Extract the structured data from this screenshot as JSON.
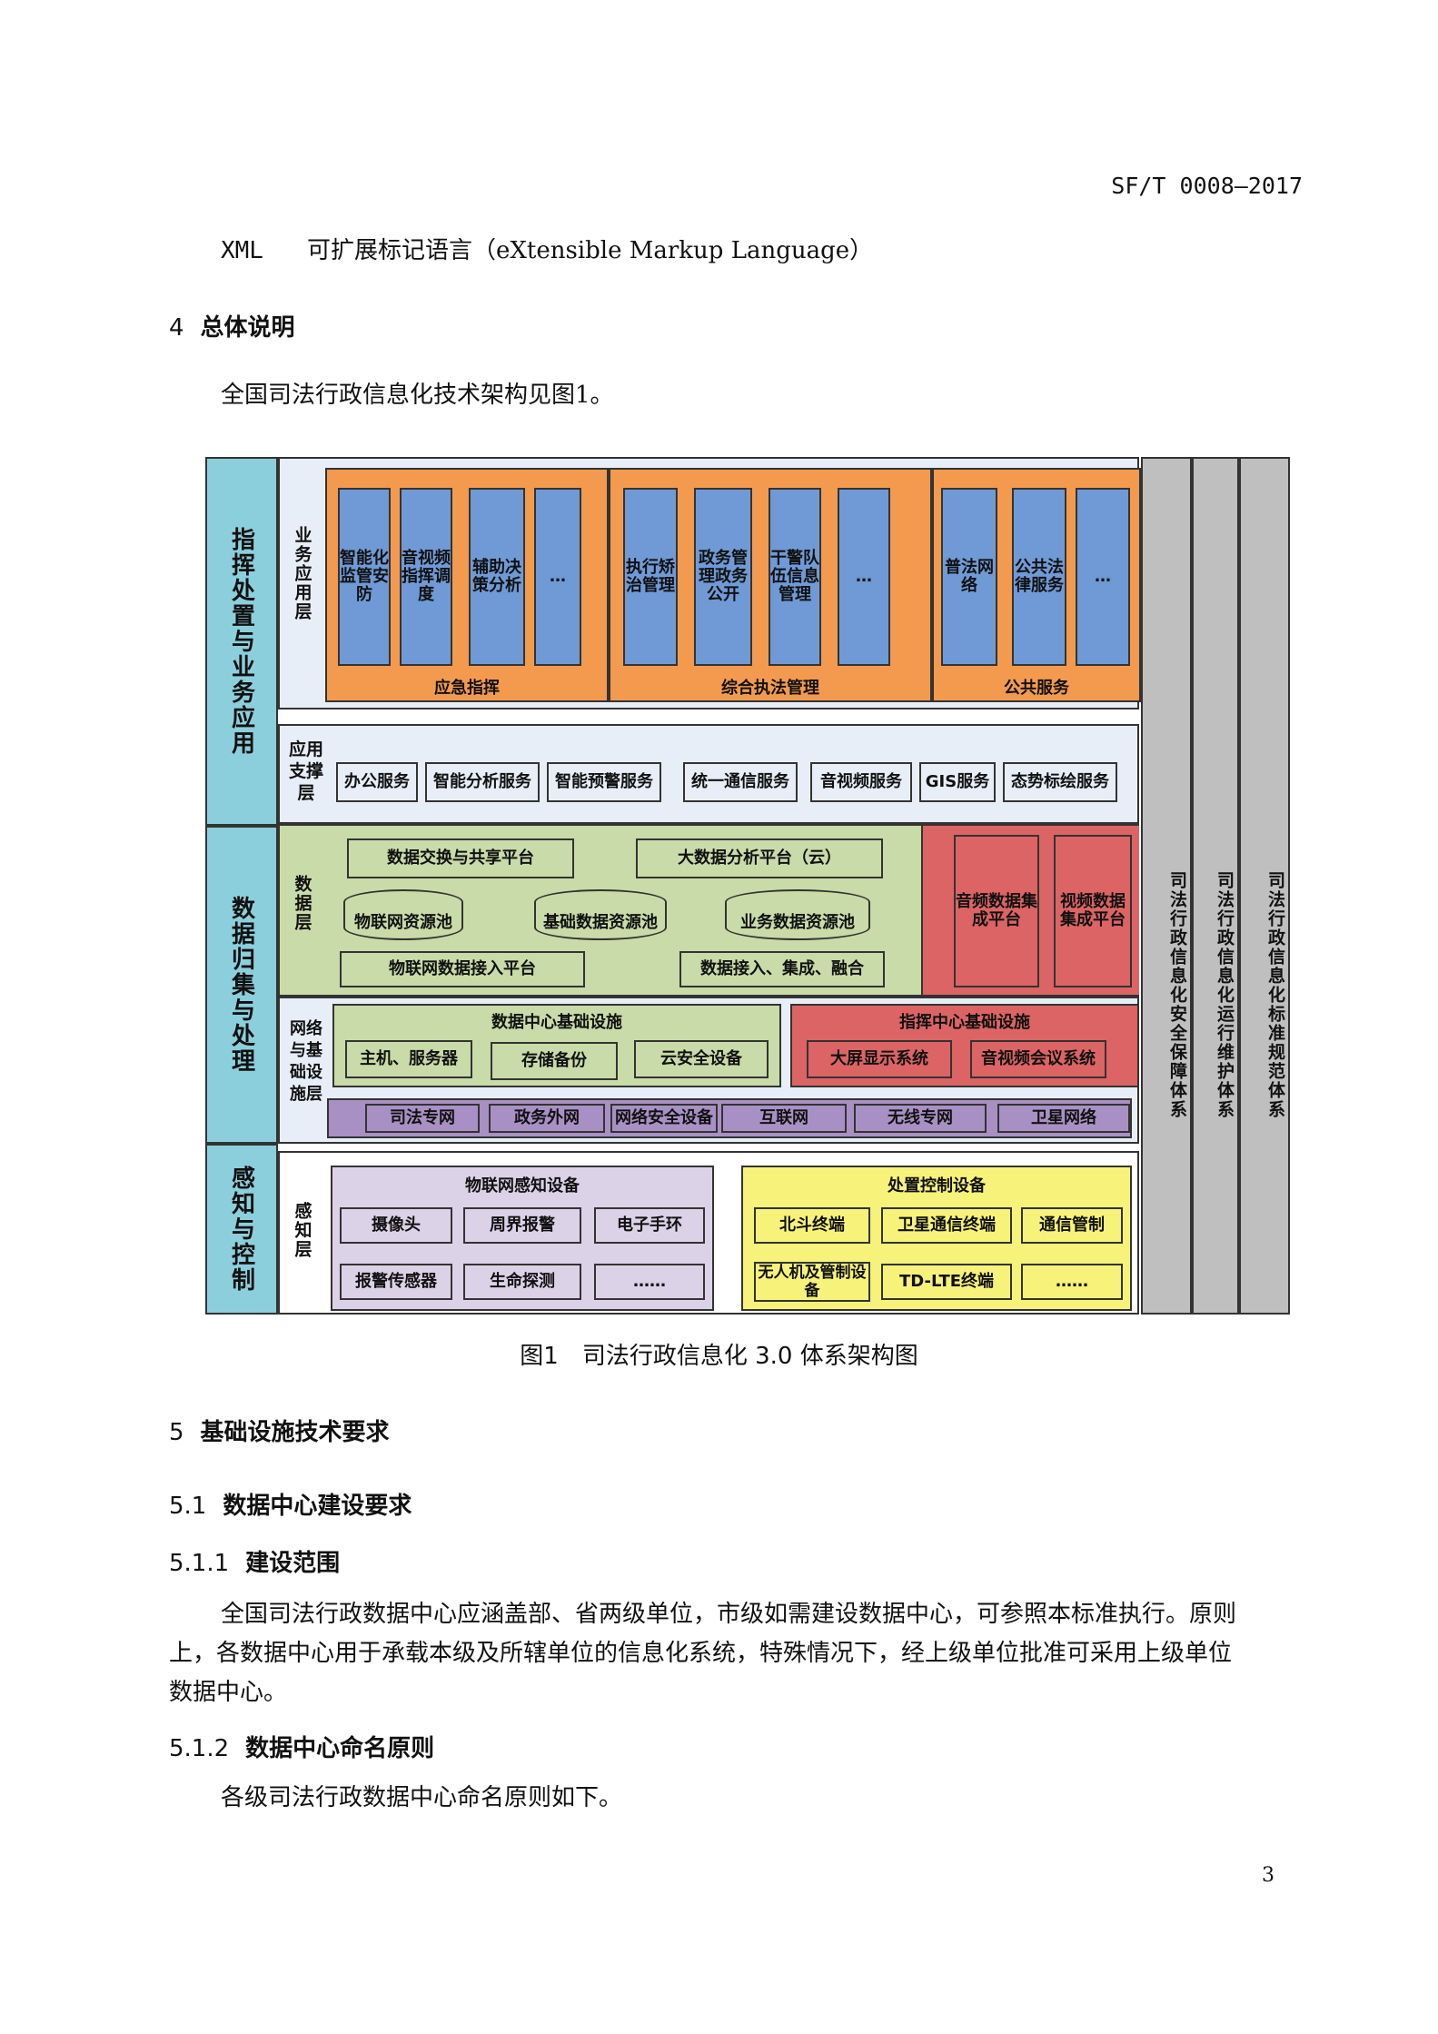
{
  "header": {
    "doc_id": "SF/T 0008—2017"
  },
  "abbrev": {
    "term": "XML",
    "definition": "可扩展标记语言（eXtensible Markup Language）"
  },
  "section4": {
    "num": "4",
    "title": "总体说明",
    "text": "全国司法行政信息化技术架构见图1。"
  },
  "diagram": {
    "left_groups": [
      "指挥处置与业务应用",
      "数据归集与处理",
      "感知与控制"
    ],
    "right_columns": [
      "司法行政信息化安全保障体系",
      "司法行政信息化运行维护体系",
      "司法行政信息化标准规范体系"
    ],
    "business_layer": {
      "label": "业务应用层",
      "groups": [
        {
          "name": "应急指挥",
          "items": [
            "智能化监管安防",
            "音视频指挥调度",
            "辅助决策分析",
            "…"
          ]
        },
        {
          "name": "综合执法管理",
          "items": [
            "执行矫治管理",
            "政务管理政务公开",
            "干警队伍信息管理",
            "…"
          ]
        },
        {
          "name": "公共服务",
          "items": [
            "普法网络",
            "公共法律服务",
            "…"
          ]
        }
      ]
    },
    "support_layer": {
      "label": "应用支撑层",
      "items": [
        "办公服务",
        "智能分析服务",
        "智能预警服务",
        "统一通信服务",
        "音视频服务",
        "GIS服务",
        "态势标绘服务"
      ]
    },
    "data_layer": {
      "label": "数据层",
      "exchange": "数据交换与共享平台",
      "bigdata": "大数据分析平台（云）",
      "pools": [
        "物联网资源池",
        "基础数据资源池",
        "业务数据资源池"
      ],
      "access": "物联网数据接入平台",
      "integration": "数据接入、集成、融合",
      "red_items": [
        "音频数据集成平台",
        "视频数据集成平台"
      ]
    },
    "network_layer": {
      "label": "网络与基础设施层",
      "dc_title": "数据中心基础设施",
      "dc_items": [
        "主机、服务器",
        "存储备份",
        "云安全设备"
      ],
      "cmd_title": "指挥中心基础设施",
      "cmd_items": [
        "大屏显示系统",
        "音视频会议系统"
      ],
      "networks": [
        "司法专网",
        "政务外网",
        "网络安全设备",
        "互联网",
        "无线专网",
        "卫星网络"
      ]
    },
    "perception_layer": {
      "label": "感知层",
      "iot_title": "物联网感知设备",
      "iot_items": [
        "摄像头",
        "周界报警",
        "电子手环",
        "报警传感器",
        "生命探测",
        "……"
      ],
      "ctrl_title": "处置控制设备",
      "ctrl_items": [
        "北斗终端",
        "卫星通信终端",
        "通信管制",
        "无人机及管制设备",
        "TD-LTE终端",
        "……"
      ]
    },
    "caption": "图1　司法行政信息化 3.0 体系架构图"
  },
  "section5": {
    "num": "5",
    "title": "基础设施技术要求"
  },
  "section5_1": {
    "num": "5.1",
    "title": "数据中心建设要求"
  },
  "section5_1_1": {
    "num": "5.1.1",
    "title": "建设范围",
    "line1": "全国司法行政数据中心应涵盖部、省两级单位，市级如需建设数据中心，可参照本标准执行。原则",
    "line2": "上，各数据中心用于承载本级及所辖单位的信息化系统，特殊情况下，经上级单位批准可采用上级单位",
    "line3": "数据中心。"
  },
  "section5_1_2": {
    "num": "5.1.2",
    "title": "数据中心命名原则",
    "text": "各级司法行政数据中心命名原则如下。"
  },
  "page_number": "3",
  "colors": {
    "cyan": "#8ccfdc",
    "orange": "#f39a4f",
    "blue": "#6f9ad6",
    "light": "#e8eef8",
    "green": "#c9dba8",
    "red": "#dc6464",
    "purple": "#a990c4",
    "lavender": "#dcd2e8",
    "yellow": "#f6f27a",
    "gray": "#bfbfbf"
  }
}
